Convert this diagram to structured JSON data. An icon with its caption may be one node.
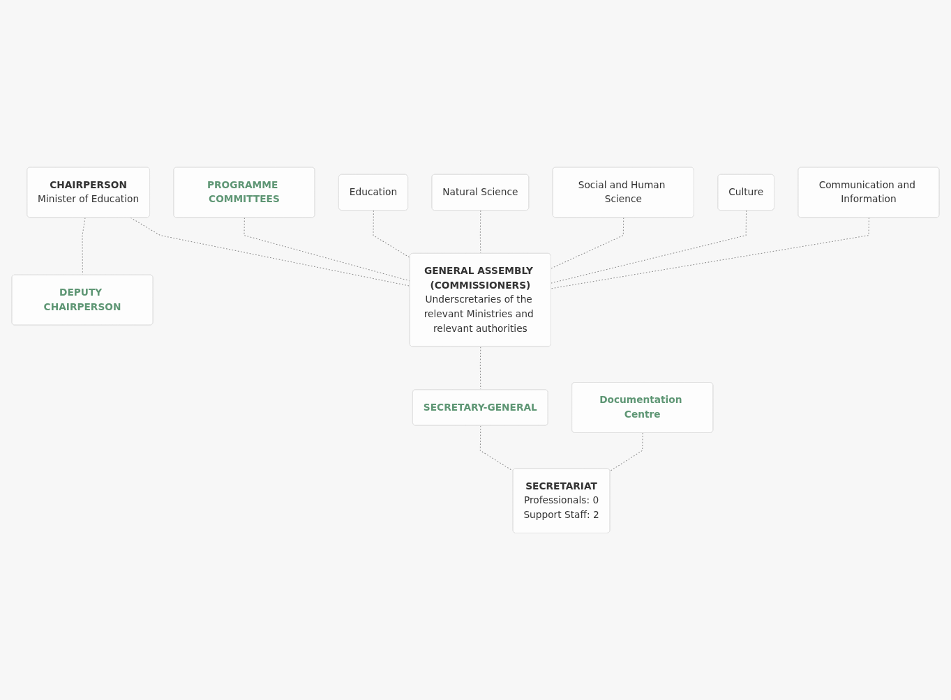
{
  "diagram": {
    "nodes": [
      {
        "text": [
          "CHAIRPERSON",
          "Minister of Education"
        ]
      },
      {
        "text": [
          "DEPUTY CHAIRPERSON"
        ]
      },
      {
        "text": [
          "PROGRAMME COMMITTEES"
        ]
      },
      {
        "text": [
          "Education"
        ]
      },
      {
        "text": [
          "Natural Science"
        ]
      },
      {
        "text": [
          "Social and Human Science"
        ]
      },
      {
        "text": [
          "Culture"
        ]
      },
      {
        "text": [
          "Communication and Information"
        ]
      },
      {
        "text": [
          "GENERAL ASSEMBLY (COMMISSIONERS)",
          "Underscretaries of the relevant Ministries and relevant authorities"
        ]
      },
      {
        "text": [
          "SECRETARY-GENERAL"
        ]
      },
      {
        "text": [
          "Documentation Centre"
        ]
      },
      {
        "text": [
          "SECRETARIAT",
          "Professionals: 0",
          "Support Staff: 2"
        ]
      }
    ],
    "edges": [
      {
        "from": 0,
        "to": 1,
        "arrow": "none",
        "style": "dashed"
      },
      {
        "from": 0,
        "to": 8,
        "arrow": "none",
        "style": "dashed"
      },
      {
        "from": 2,
        "to": 8,
        "arrow": "none",
        "style": "dashed"
      },
      {
        "from": 3,
        "to": 8,
        "arrow": "none",
        "style": "dashed"
      },
      {
        "from": 4,
        "to": 8,
        "arrow": "none",
        "style": "dashed"
      },
      {
        "from": 5,
        "to": 8,
        "arrow": "none",
        "style": "dashed"
      },
      {
        "from": 6,
        "to": 8,
        "arrow": "none",
        "style": "dashed"
      },
      {
        "from": 7,
        "to": 8,
        "arrow": "none",
        "style": "dashed"
      },
      {
        "from": 8,
        "to": 9,
        "arrow": "none",
        "style": "dashed"
      },
      {
        "from": 9,
        "to": 11,
        "arrow": "none",
        "style": "dashed"
      },
      {
        "from": 10,
        "to": 11,
        "arrow": "none",
        "style": "dashed"
      }
    ]
  }
}
